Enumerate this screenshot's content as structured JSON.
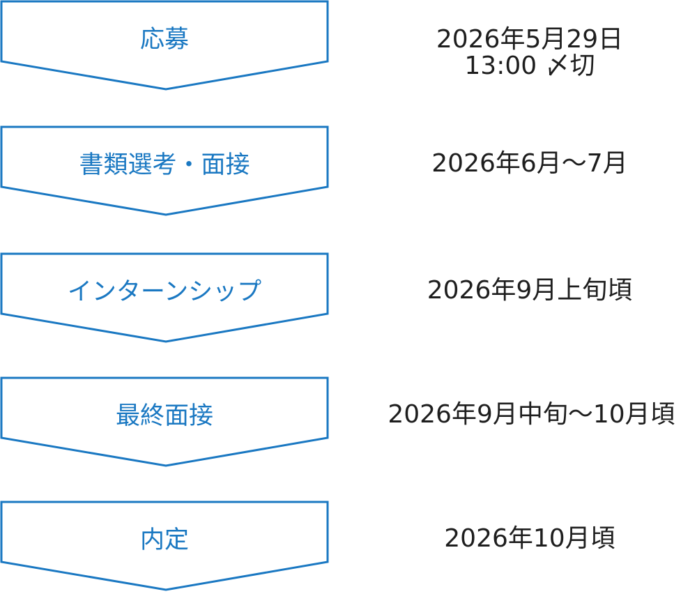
{
  "accent_color": "#1a78c2",
  "text_color": "#1e1e1e",
  "steps": [
    {
      "label": "応募",
      "date_lines": [
        "2026年5月29日",
        "13:00 〆切"
      ]
    },
    {
      "label": "書類選考・面接",
      "date_lines": [
        "2026年6月～7月"
      ]
    },
    {
      "label": "インターンシップ",
      "date_lines": [
        "2026年9月上旬頃"
      ]
    },
    {
      "label": "最終面接",
      "date_lines": [
        "2026年9月中旬～10月頃"
      ]
    },
    {
      "label": "内定",
      "date_lines": [
        "2026年10月頃"
      ]
    }
  ]
}
